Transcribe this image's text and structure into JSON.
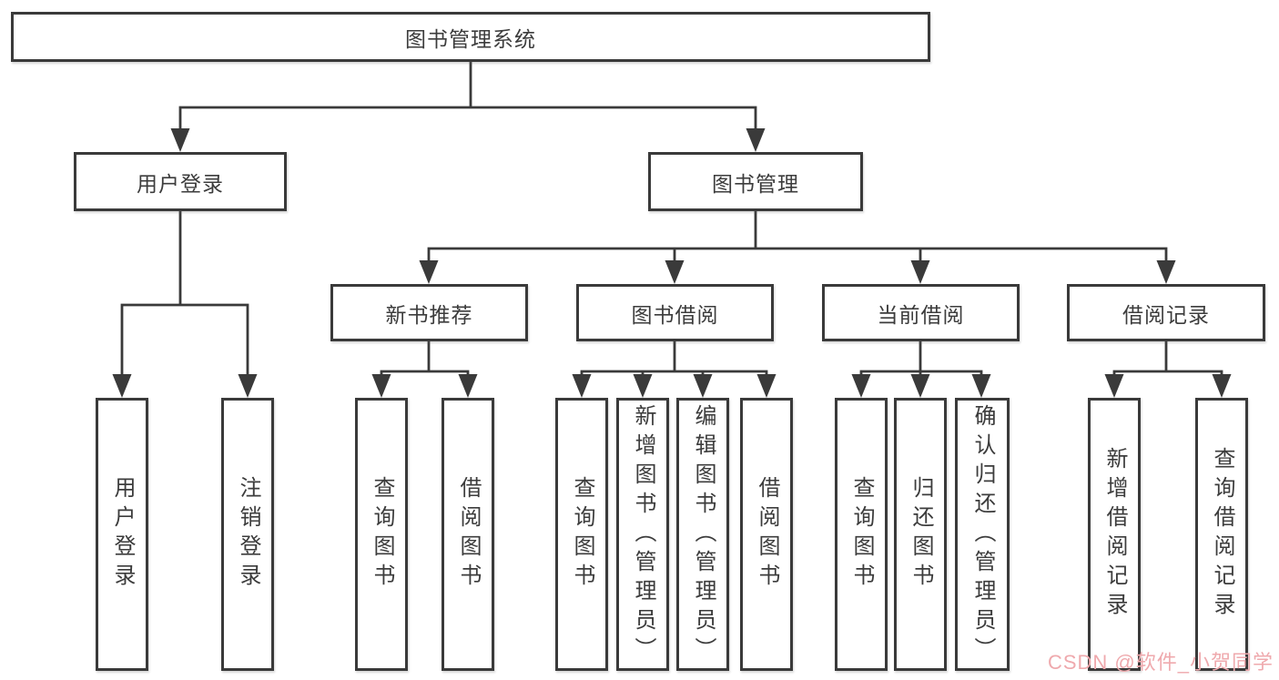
{
  "colors": {
    "line": "#3a3a3a",
    "box_border": "#3a3a3a",
    "box_background": "#ffffff",
    "text": "#3c3c3c",
    "watermark": "#efa9ad",
    "page_background": "#ffffff"
  },
  "watermark": {
    "text": "CSDN @软件_小贺同学"
  },
  "nodes": {
    "root": {
      "label": "图书管理系统"
    },
    "user_login": {
      "label": "用户登录"
    },
    "book_mgmt": {
      "label": "图书管理"
    },
    "new_book_rec": {
      "label": "新书推荐"
    },
    "book_borrow": {
      "label": "图书借阅"
    },
    "current_borrow": {
      "label": "当前借阅"
    },
    "borrow_records": {
      "label": "借阅记录"
    },
    "leaf_user_login": {
      "label": "用户登录"
    },
    "leaf_logout": {
      "label": "注销登录"
    },
    "leaf_query_book_rec": {
      "label": "查询图书"
    },
    "leaf_borrow_book_rec": {
      "label": "借阅图书"
    },
    "leaf_query_book_borrow": {
      "label": "查询图书"
    },
    "leaf_add_book": {
      "label": "新增图书（管理员）"
    },
    "leaf_edit_book": {
      "label": "编辑图书（管理员）"
    },
    "leaf_borrow_book_borrow": {
      "label": "借阅图书"
    },
    "leaf_query_book_current": {
      "label": "查询图书"
    },
    "leaf_return_book": {
      "label": "归还图书"
    },
    "leaf_confirm_return": {
      "label": "确认归还（管理员）"
    },
    "leaf_add_record": {
      "label": "新增借阅记录"
    },
    "leaf_query_record": {
      "label": "查询借阅记录"
    }
  }
}
